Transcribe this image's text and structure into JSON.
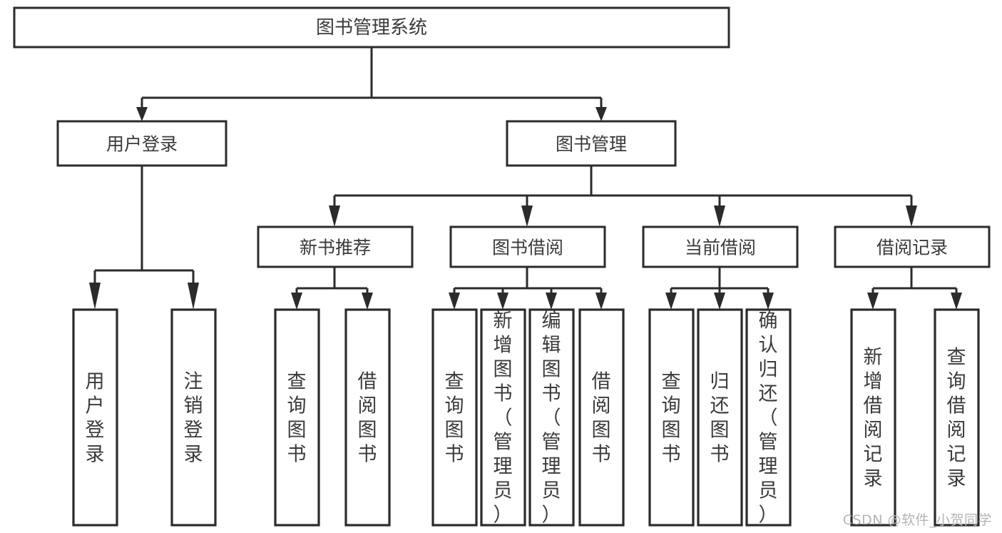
{
  "diagram": {
    "title": "图书管理系统",
    "type": "tree",
    "orientation": "top-down",
    "watermark": "CSDN @软件_小贺同学",
    "colors": {
      "background": "#ffffff",
      "box_stroke": "#2b2b2b",
      "box_fill": "#ffffff",
      "text": "#3a3a3a",
      "connector": "#2b2b2b",
      "watermark": "#b4b4b4"
    },
    "root": {
      "label": "图书管理系统"
    },
    "level2": [
      {
        "label": "用户登录"
      },
      {
        "label": "图书管理"
      }
    ],
    "level3": [
      {
        "label": "新书推荐"
      },
      {
        "label": "图书借阅"
      },
      {
        "label": "当前借阅"
      },
      {
        "label": "借阅记录"
      }
    ],
    "leaves": {
      "user_login": [
        {
          "label": "用户登录"
        },
        {
          "label": "注销登录"
        }
      ],
      "new_book_recommend": [
        {
          "label": "查询图书"
        },
        {
          "label": "借阅图书"
        }
      ],
      "book_borrow": [
        {
          "label": "查询图书"
        },
        {
          "label": "新增图书（管理员）"
        },
        {
          "label": "编辑图书（管理员）"
        },
        {
          "label": "借阅图书"
        }
      ],
      "current_borrow": [
        {
          "label": "查询图书"
        },
        {
          "label": "归还图书"
        },
        {
          "label": "确认归还（管理员）"
        }
      ],
      "borrow_record": [
        {
          "label": "新增借阅记录"
        },
        {
          "label": "查询借阅记录"
        }
      ]
    }
  }
}
